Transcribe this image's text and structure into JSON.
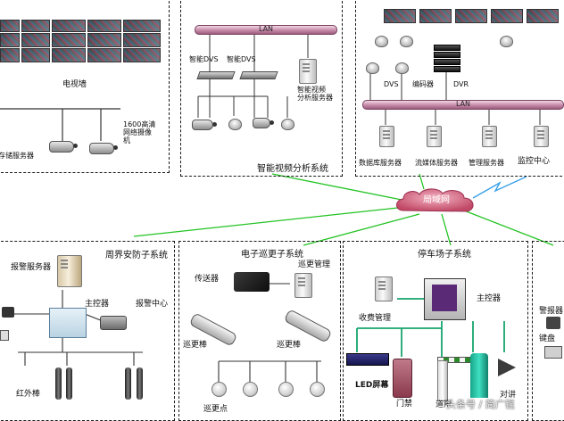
{
  "video_wall": {
    "title": "电视墙"
  },
  "top_left": {
    "camera_label": "1600高清\n网络摄像\n机",
    "storage_label": "存储服务器"
  },
  "analysis": {
    "title": "智能视频分析系统",
    "lan_label": "LAN",
    "dvs1": "智能DVS",
    "dvs2": "智能DVS",
    "server_label": "智能视频\n分析服务器"
  },
  "monitor": {
    "lan_label": "LAN",
    "dvs": "DVS",
    "encoder": "编码器",
    "dvr": "DVR",
    "db_server": "数据库服务器",
    "stream_server": "流媒体服务器",
    "mgmt_server": "管理服务器",
    "center": "监控中心"
  },
  "network": {
    "cloud": "局域网"
  },
  "perimeter": {
    "title": "周界安防子系统",
    "alarm_server": "报警服务器",
    "main_controller": "主控器",
    "alarm_center": "报警中心",
    "infrared": "红外棒"
  },
  "patrol": {
    "title": "电子巡更子系统",
    "transmitter": "传送器",
    "patrol_mgmt": "巡更管理",
    "wand1": "巡更棒",
    "wand2": "巡更棒",
    "patrol_point": "巡更点"
  },
  "parking": {
    "title": "停车场子系统",
    "toll_mgmt": "收费管理",
    "main_controller": "主控器",
    "led": "LED屏幕",
    "gate": "门禁",
    "barrier": "道闸",
    "speaker": "对讲"
  },
  "right_edge": {
    "alarm": "警报器",
    "keyboard": "键盘"
  },
  "watermark": "头条号 / 简广锟"
}
